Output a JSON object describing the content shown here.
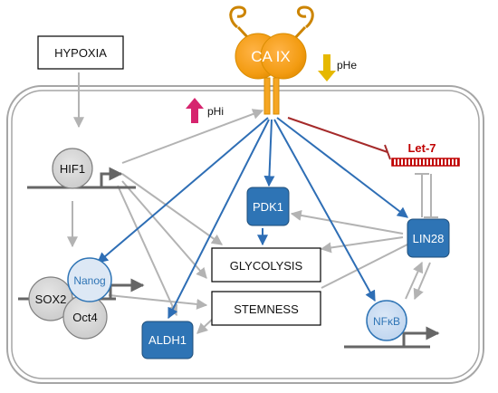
{
  "diagram": {
    "carbonic_anhydrase": "CA IX",
    "ph_extracellular": "pHe",
    "ph_intracellular": "pHi",
    "hypoxia": "HYPOXIA",
    "hif1": "HIF1",
    "let7": "Let-7",
    "pdk1": "PDK1",
    "lin28": "LIN28",
    "glycolysis": "GLYCOLYSIS",
    "stemness": "STEMNESS",
    "nanog": "Nanog",
    "sox2": "SOX2",
    "oct4": "Oct4",
    "aldh1": "ALDH1",
    "nfkb": "NFκB"
  },
  "colors": {
    "enzyme_orange": "#f5a623",
    "activation_blue": "#2e6eb5",
    "node_blue": "#2e74b5",
    "inhibition_red": "#a52a2a",
    "ph_up_magenta": "#d6246e",
    "ph_down_yellow": "#e6b800",
    "grey_arrow": "#b3b3b3",
    "cell_border": "#a6a6a6"
  }
}
